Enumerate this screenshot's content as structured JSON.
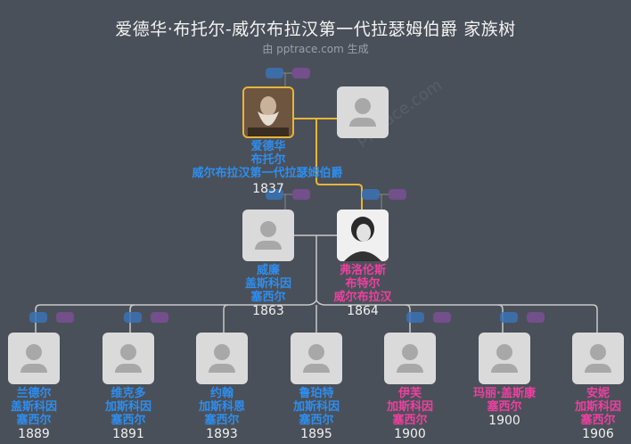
{
  "header": {
    "title": "爱德华·布托尔-威尔布拉汉第一代拉瑟姆伯爵 家族树",
    "subtitle": "由 pptrace.com 生成"
  },
  "watermark": "pptrace.com",
  "colors": {
    "background": "#4a5059",
    "male": "#2d8ef0",
    "female": "#ef3fa0",
    "selected_border": "#e8b53a",
    "line": "#c8c8c8",
    "spouse_line": "#e8b53a"
  },
  "people": {
    "root": {
      "lines": [
        "爱德华",
        "布托尔",
        "威尔布拉汉第一代拉瑟姆伯爵"
      ],
      "year": "1837",
      "gender": "male",
      "photo": true,
      "selected": true
    },
    "root_spouse": {
      "lines": [],
      "year": "",
      "gender": "female",
      "photo": false
    },
    "william": {
      "lines": [
        "威廉",
        "盖斯科因",
        "塞西尔"
      ],
      "year": "1863",
      "gender": "male",
      "photo": false
    },
    "florence": {
      "lines": [
        "弗洛伦斯",
        "布特尔",
        "威尔布拉汉"
      ],
      "year": "1864",
      "gender": "female",
      "photo": true
    },
    "children": [
      {
        "lines": [
          "兰德尔",
          "盖斯科因",
          "塞西尔"
        ],
        "year": "1889",
        "gender": "male"
      },
      {
        "lines": [
          "维克多",
          "加斯科因",
          "塞西尔"
        ],
        "year": "1891",
        "gender": "male"
      },
      {
        "lines": [
          "约翰",
          "加斯科恩",
          "塞西尔"
        ],
        "year": "1893",
        "gender": "male"
      },
      {
        "lines": [
          "鲁珀特",
          "加斯科因",
          "塞西尔"
        ],
        "year": "1895",
        "gender": "male"
      },
      {
        "lines": [
          "伊芙",
          "加斯科因",
          "塞西尔"
        ],
        "year": "1900",
        "gender": "female"
      },
      {
        "lines": [
          "玛丽·盖斯康",
          "塞西尔"
        ],
        "year": "1900",
        "gender": "female"
      },
      {
        "lines": [
          "安妮",
          "加斯科因",
          "塞西尔"
        ],
        "year": "1906",
        "gender": "female"
      }
    ]
  }
}
